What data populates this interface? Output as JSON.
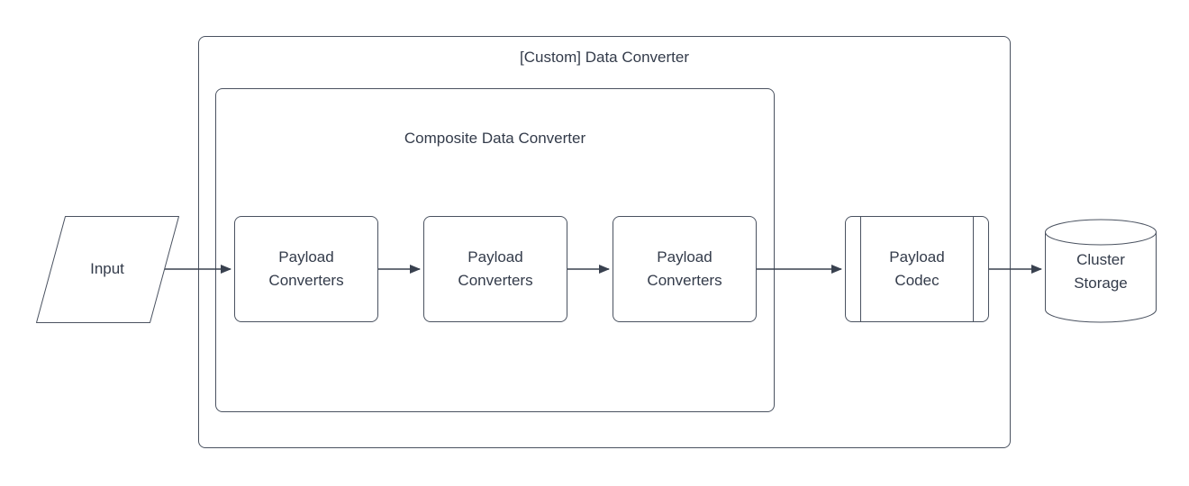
{
  "diagram": {
    "group_label": "[Custom] Data Converter",
    "subgroup_label": "Composite Data Converter",
    "nodes": {
      "input": {
        "label": "Input",
        "shape": "parallelogram"
      },
      "payload_converters": [
        {
          "label": "Payload Converters"
        },
        {
          "label": "Payload Converters"
        },
        {
          "label": "Payload Converters"
        }
      ],
      "payload_codec": {
        "label": "Payload Codec",
        "shape": "predefined-process"
      },
      "cluster_storage": {
        "label": "Cluster Storage",
        "shape": "cylinder"
      }
    },
    "connections": [
      {
        "from": "Input",
        "to": "Payload Converters (1)"
      },
      {
        "from": "Payload Converters (1)",
        "to": "Payload Converters (2)"
      },
      {
        "from": "Payload Converters (2)",
        "to": "Payload Converters (3)"
      },
      {
        "from": "Payload Converters (3)",
        "to": "Payload Codec"
      },
      {
        "from": "Payload Codec",
        "to": "Cluster Storage"
      }
    ],
    "colors": {
      "stroke": "#4a5260",
      "arrow": "#39414f",
      "text": "#333b4a",
      "background": "#ffffff"
    }
  }
}
